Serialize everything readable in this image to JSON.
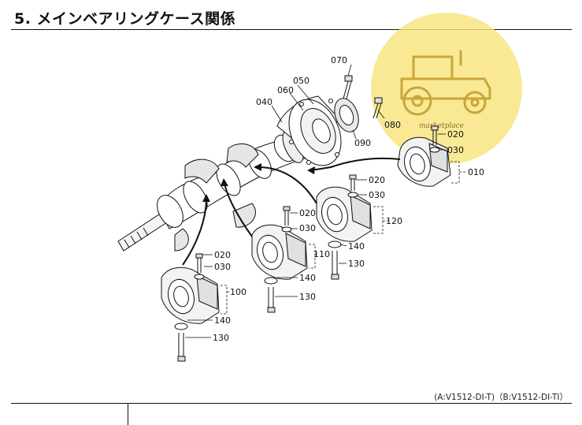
{
  "header": {
    "title": "5. メインベアリングケース関係"
  },
  "footer": {
    "note": "(A:V1512-DI-T)（B:V1512-DI-TI）"
  },
  "watermark": {
    "text": "marketplace",
    "icon": "tractor-icon",
    "fill_color": "#f7e27a",
    "stroke_color": "#c9a63b"
  },
  "parts": {
    "p010": "010",
    "p020": "020",
    "p030": "030",
    "p040": "040",
    "p050": "050",
    "p060": "060",
    "p070": "070",
    "p080": "080",
    "p090": "090",
    "p100": "100",
    "p110": "110",
    "p120": "120",
    "p130": "130",
    "p140": "140"
  }
}
